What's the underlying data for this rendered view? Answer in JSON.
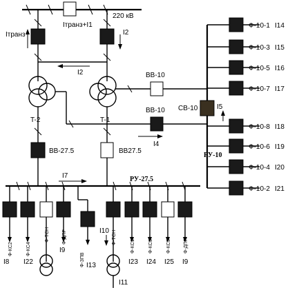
{
  "labels": {
    "kv220": "220 кВ",
    "i_tranzit": "Iтранз",
    "i_tranzit_plus_i1": "Iтранз+I1",
    "i2_top": "I2",
    "i2_mid": "I2",
    "t2": "T-2",
    "t1": "T-1",
    "vv10_upper": "ВВ-10",
    "vv10_lower": "ВВ-10",
    "sv10": "СВ-10",
    "i5": "I5",
    "i4": "I4",
    "ru10": "РУ-10",
    "vv275_left": "ВВ-27.5",
    "vv275_right": "ВВ27.5",
    "i7": "I7",
    "ru275": "РУ-27.5",
    "i10": "I10"
  },
  "feeders_10kv": [
    {
      "name": "Ф-10-1",
      "current": "I14"
    },
    {
      "name": "Ф-10-3",
      "current": "I15"
    },
    {
      "name": "Ф-10-5",
      "current": "I16"
    },
    {
      "name": "Ф-10-7",
      "current": "I17"
    },
    {
      "name": "Ф-10-8",
      "current": "I18"
    },
    {
      "name": "Ф-10-6",
      "current": "I19"
    },
    {
      "name": "Ф-10-4",
      "current": "I20"
    },
    {
      "name": "Ф-10-2",
      "current": "I21"
    }
  ],
  "feeders_275": [
    {
      "name": "Ф-КС2",
      "current": "I8",
      "breaker": "black"
    },
    {
      "name": "Ф-КС4",
      "current": "I22",
      "breaker": "black"
    },
    {
      "name": "Ф-ТСН",
      "current": "",
      "breaker": "white"
    },
    {
      "name": "Ф-ДПР",
      "current": "I9",
      "breaker": "black"
    },
    {
      "name": "Ф-ЗПВ",
      "current": "I13",
      "breaker": "black"
    },
    {
      "name": "Ф-ТСН",
      "current": "I11",
      "breaker": "black"
    },
    {
      "name": "Ф-КС1",
      "current": "I23",
      "breaker": "black"
    },
    {
      "name": "Ф-КС3",
      "current": "I24",
      "breaker": "black"
    },
    {
      "name": "Ф-КС5",
      "current": "I25",
      "breaker": "white"
    },
    {
      "name": "Ф-ДПР",
      "current": "I9",
      "breaker": "black"
    }
  ]
}
